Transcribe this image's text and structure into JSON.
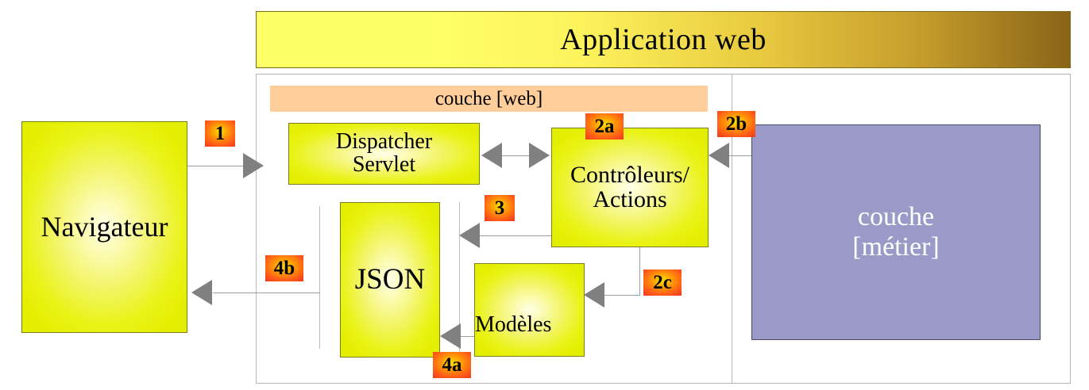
{
  "banner": {
    "title": "Application web"
  },
  "layers": {
    "web_label": "couche [web]",
    "business_label": "couche\n[métier]",
    "business_line1": "couche",
    "business_line2": "[métier]"
  },
  "nodes": {
    "browser": "Navigateur",
    "dispatcher_line1": "Dispatcher",
    "dispatcher_line2": "Servlet",
    "controllers_line1": "Contrôleurs/",
    "controllers_line2": "Actions",
    "json": "JSON",
    "models": "Modèles"
  },
  "steps": {
    "s1": "1",
    "s2a": "2a",
    "s2b": "2b",
    "s2c": "2c",
    "s3": "3",
    "s4a": "4a",
    "s4b": "4b"
  },
  "colors": {
    "banner_start": "#ffff66",
    "banner_end": "#8a6417",
    "web_layer": "#ffce9a",
    "business_layer": "#9a9ac8",
    "node_fill": "#eaf316",
    "badge_fill": "#ff5a18",
    "connector": "#9d9d9d",
    "arrowhead": "#808080"
  }
}
